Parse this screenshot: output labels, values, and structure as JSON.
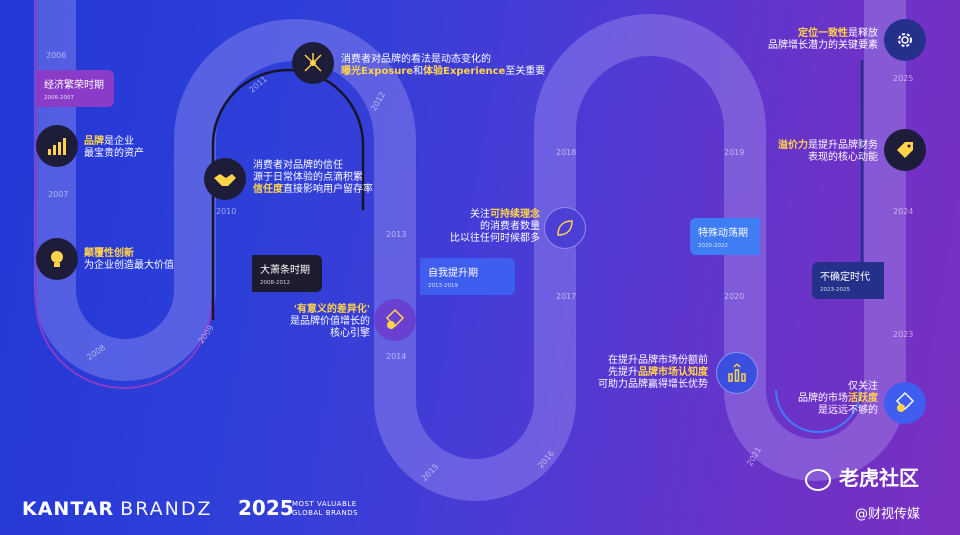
{
  "years": [
    "2006",
    "2007",
    "2008",
    "2009",
    "2010",
    "2011",
    "2012",
    "2013",
    "2014",
    "2015",
    "2016",
    "2017",
    "2018",
    "2019",
    "2020",
    "2021",
    "2023",
    "2024",
    "2025"
  ],
  "eras": [
    {
      "label": "经济繁荣时期",
      "range": "2006-2007"
    },
    {
      "label": "大萧条时期",
      "range": "2008-2012"
    },
    {
      "label": "自我提升期",
      "range": "2013-2019"
    },
    {
      "label": "特殊动荡期",
      "range": "2020-2022"
    },
    {
      "label": "不确定时代",
      "range": "2023-2025"
    }
  ],
  "insights": [
    {
      "hl": "品牌",
      "rest1": "是企业",
      "line2": "最宝贵的资产",
      "icon": "growth-chart-icon"
    },
    {
      "hl": "颠覆性创新",
      "line2": "为企业创造最大价值",
      "icon": "lightbulb-icon"
    },
    {
      "line1": "消费者对品牌的信任",
      "line2": "源于日常体验的点滴积累",
      "hl": "信任度",
      "rest3": "直接影响用户留存率",
      "icon": "handshake-icon"
    },
    {
      "line1": "消费者对品牌的看法是动态变化的",
      "hl1": "曝光Exposure",
      "mid": "和",
      "hl2": "体验Experience",
      "rest": "至关重要",
      "icon": "network-icon"
    },
    {
      "hl": "'有意义的差异化'",
      "line2": "是品牌价值增长的",
      "line3": "核心引擎",
      "icon": "shapes-icon"
    },
    {
      "pre": "关注",
      "hl": "可持续理念",
      "line2": "的消费者数量",
      "line3": "比以往任何时候都多",
      "icon": "leaf-icon"
    },
    {
      "line1": "在提升品牌市场份额前",
      "pre2": "先提升",
      "hl": "品牌市场认知度",
      "line3": "可助力品牌赢得增长优势",
      "icon": "bar-growth-icon"
    },
    {
      "hl": "溢价力",
      "rest": "是提升品牌财务",
      "line2": "表现的核心动能",
      "icon": "price-tag-icon"
    },
    {
      "hl": "定位一致性",
      "rest": "是释放",
      "line2": "品牌增长潜力的关键要素",
      "icon": "gear-icon"
    },
    {
      "line1": "仅关注",
      "pre2": "品牌的市场",
      "hl": "活跃度",
      "line3": "是远远不够的",
      "icon": "shapes-icon"
    }
  ],
  "brand": {
    "kantar": "KANTAR",
    "brandz": "BRANDZ",
    "year": "2025",
    "tag1": "MOST VALUABLE",
    "tag2": "GLOBAL BRANDS"
  },
  "watermark": {
    "community": "老虎社区",
    "source": "@财视传媒"
  },
  "colors": {
    "highlight": "#ffd44a",
    "icon_bg": "#1d1d3a",
    "era_purple": "#8a3cc8",
    "era_dark": "#1c1c2e",
    "era_blue": "#3f5ef0",
    "era_navy": "#24308a"
  }
}
